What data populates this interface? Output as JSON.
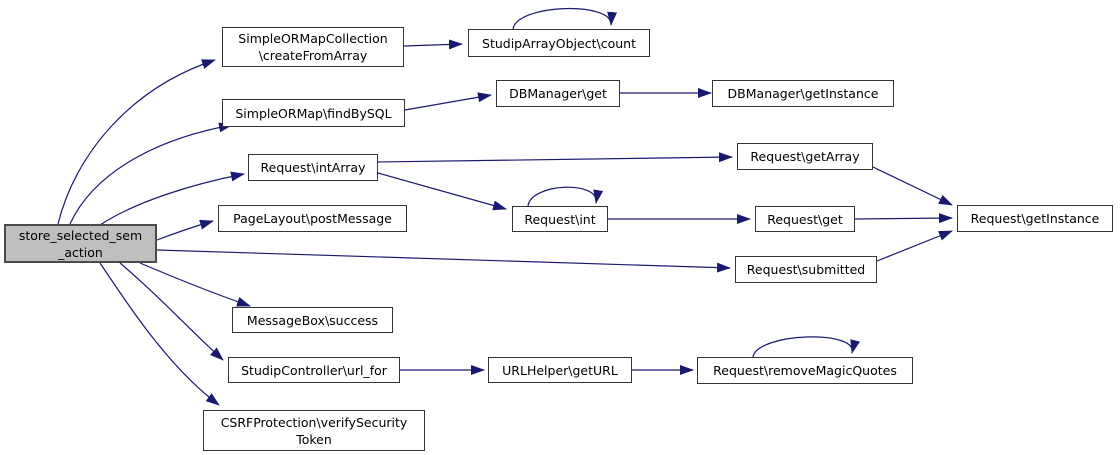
{
  "diagram": {
    "type": "call-graph",
    "edge_color": "#191970",
    "node_fill": "#ffffff",
    "root_fill": "#bfbfbf",
    "nodes": {
      "root": {
        "label": "store_selected_sem\n_action"
      },
      "createFromArray": {
        "label": "SimpleORMapCollection\n\\createFromArray"
      },
      "count": {
        "label": "StudipArrayObject\\count"
      },
      "findBySQL": {
        "label": "SimpleORMap\\findBySQL"
      },
      "dbGet": {
        "label": "DBManager\\get"
      },
      "dbGetInstance": {
        "label": "DBManager\\getInstance"
      },
      "intArray": {
        "label": "Request\\intArray"
      },
      "getArray": {
        "label": "Request\\getArray"
      },
      "postMessage": {
        "label": "PageLayout\\postMessage"
      },
      "reqInt": {
        "label": "Request\\int"
      },
      "reqGet": {
        "label": "Request\\get"
      },
      "reqGetInstance": {
        "label": "Request\\getInstance"
      },
      "submitted": {
        "label": "Request\\submitted"
      },
      "success": {
        "label": "MessageBox\\success"
      },
      "urlFor": {
        "label": "StudipController\\url_for"
      },
      "getURL": {
        "label": "URLHelper\\getURL"
      },
      "removeMagicQuotes": {
        "label": "Request\\removeMagicQuotes"
      },
      "csrf": {
        "label": "CSRFProtection\\verifySecurity\nToken"
      }
    },
    "edges": [
      {
        "from": "store_selected_sem_action",
        "to": "SimpleORMapCollection\\createFromArray"
      },
      {
        "from": "store_selected_sem_action",
        "to": "SimpleORMap\\findBySQL"
      },
      {
        "from": "store_selected_sem_action",
        "to": "Request\\intArray"
      },
      {
        "from": "store_selected_sem_action",
        "to": "PageLayout\\postMessage"
      },
      {
        "from": "store_selected_sem_action",
        "to": "Request\\submitted"
      },
      {
        "from": "store_selected_sem_action",
        "to": "MessageBox\\success"
      },
      {
        "from": "store_selected_sem_action",
        "to": "StudipController\\url_for"
      },
      {
        "from": "store_selected_sem_action",
        "to": "CSRFProtection\\verifySecurityToken"
      },
      {
        "from": "SimpleORMapCollection\\createFromArray",
        "to": "StudipArrayObject\\count"
      },
      {
        "from": "StudipArrayObject\\count",
        "to": "StudipArrayObject\\count",
        "self_loop": true
      },
      {
        "from": "SimpleORMap\\findBySQL",
        "to": "DBManager\\get"
      },
      {
        "from": "DBManager\\get",
        "to": "DBManager\\getInstance"
      },
      {
        "from": "Request\\intArray",
        "to": "Request\\getArray"
      },
      {
        "from": "Request\\intArray",
        "to": "Request\\int"
      },
      {
        "from": "Request\\int",
        "to": "Request\\int",
        "self_loop": true
      },
      {
        "from": "Request\\int",
        "to": "Request\\get"
      },
      {
        "from": "Request\\get",
        "to": "Request\\getInstance"
      },
      {
        "from": "Request\\getArray",
        "to": "Request\\getInstance"
      },
      {
        "from": "Request\\submitted",
        "to": "Request\\getInstance"
      },
      {
        "from": "StudipController\\url_for",
        "to": "URLHelper\\getURL"
      },
      {
        "from": "URLHelper\\getURL",
        "to": "Request\\removeMagicQuotes"
      },
      {
        "from": "Request\\removeMagicQuotes",
        "to": "Request\\removeMagicQuotes",
        "self_loop": true
      }
    ]
  }
}
